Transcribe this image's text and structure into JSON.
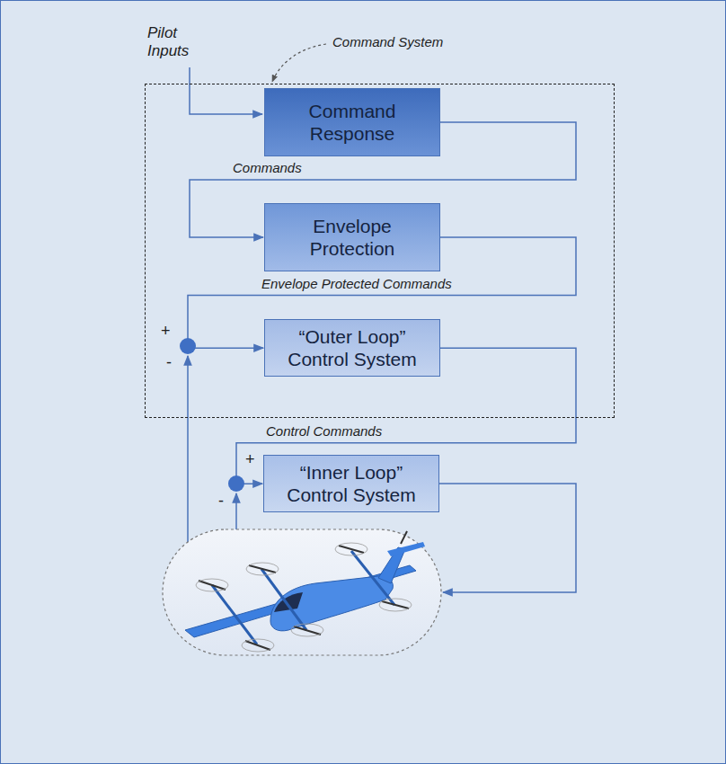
{
  "diagram": {
    "nodes": [
      {
        "text": [
          "Command System"
        ]
      },
      {
        "text": [
          "Command Response"
        ],
        "in": 0
      },
      {
        "text": [
          "Envelope Protection"
        ],
        "in": 0
      },
      {
        "text": [
          "“Outer Loop” Control System"
        ],
        "in": 0
      },
      {
        "text": [
          "“Inner Loop” Control System"
        ]
      }
    ],
    "edges": [
      {
        "from": 1,
        "to": 2,
        "arrow": "to",
        "label": "Commands"
      },
      {
        "from": 2,
        "to": 3,
        "arrow": "to",
        "label": "Envelope Protected Commands"
      },
      {
        "from": 3,
        "to": 4,
        "arrow": "to",
        "label": "Control Commands"
      }
    ],
    "labels": [
      "Pilot Inputs",
      "+",
      "-",
      "+",
      "-"
    ]
  }
}
